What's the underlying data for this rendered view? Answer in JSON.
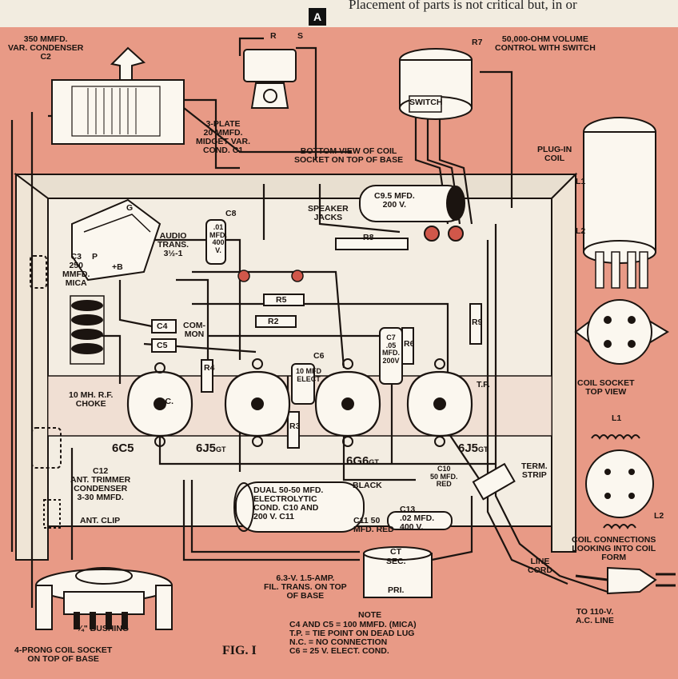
{
  "header": {
    "caption_fragment": "Placement of parts is not critical but, in or",
    "badge": "A"
  },
  "labels": {
    "var_condenser": "350 MMFD.\nVAR. CONDENSER\nC2",
    "midget_cond": "3-PLATE\n20 MMFD.\nMIDGET VAR.\nCOND. C1",
    "volume_control": "50,000-OHM VOLUME\nCONTROL WITH SWITCH",
    "r7": "R7",
    "switch": "SWITCH",
    "bottom_view": "BOTTOM VIEW OF COIL\nSOCKET ON TOP OF BASE",
    "plug_in_coil": "PLUG-IN\nCOIL",
    "speaker_jacks": "SPEAKER\nJACKS",
    "c9": "C9.5 MFD.\n200 V.",
    "audio_trans": "AUDIO\nTRANS.\n3½-1",
    "c8": "C8",
    "c8_value": ".01\nMFD.\n400\nV.",
    "c3": "C3\n250\nMMFD.\nMICA",
    "common": "COM-\nMON",
    "c4": "C4",
    "c5": "C5",
    "r5": "R5",
    "r2": "R2",
    "r3": "R3",
    "r4": "R4",
    "r6": "R6",
    "r8": "R8",
    "r9": "R9",
    "c6": "C6",
    "c6_value": "10 MFD\nELECT",
    "c7": "C7\n.05\nMFD.\n200V",
    "rf_choke": "10 MH. R.F.\nCHOKE",
    "tp": "T.P.",
    "coil_socket_top": "COIL SOCKET\nTOP VIEW",
    "l1": "L1",
    "l2": "L2",
    "c12": "C12\nANT. TRIMMER\nCONDENSER\n3-30 MMFD.",
    "ant_clip": "ANT. CLIP",
    "term_strip": "TERM.\nSTRIP",
    "c10_red": "C10\n50 MFD.\nRED",
    "black": "BLACK",
    "dual_electrolytic": "DUAL 50-50 MFD.\nELECTROLYTIC\nCOND. C10 AND\n200 V.        C11",
    "c11": "C11 50\nMFD. RED",
    "c13": "C13\n.02 MFD.\n400 V.",
    "coil_connections": "COIL CONNECTIONS\nLOOKING INTO COIL\nFORM",
    "line_cord": "LINE\nCORD",
    "ac_line": "TO 110-V.\nA.C. LINE",
    "fil_trans": "6.3-V. 1.5-AMP.\nFIL. TRANS. ON TOP\nOF BASE",
    "sec": "SEC.",
    "ct": "CT",
    "pri": "PRI.",
    "bushing": "¾\" BUSHING",
    "four_prong": "4-PRONG COIL SOCKET\nON TOP OF BASE",
    "fig": "FIG. I",
    "note_title": "NOTE",
    "note_lines": "C4 AND C5 = 100 MMFD. (MICA)\nT.P. = TIE POINT ON DEAD LUG\nN.C. = NO CONNECTION\nC6 = 25 V. ELECT. COND.",
    "r_label": "R",
    "s_label": "S",
    "nc": "N.C.",
    "g": "G",
    "p": "P",
    "plus_b": "+B"
  },
  "tubes": {
    "t1": "6C5",
    "t2": "6J5",
    "t2_suffix": "GT",
    "t3": "6G6",
    "t3_suffix": "GT",
    "t4": "6J5",
    "t4_suffix": "GT"
  },
  "colors": {
    "background_paper": "#f2ece0",
    "salmon": "#e89a86",
    "chassis": "#f3ede2",
    "ink": "#1b1410"
  }
}
